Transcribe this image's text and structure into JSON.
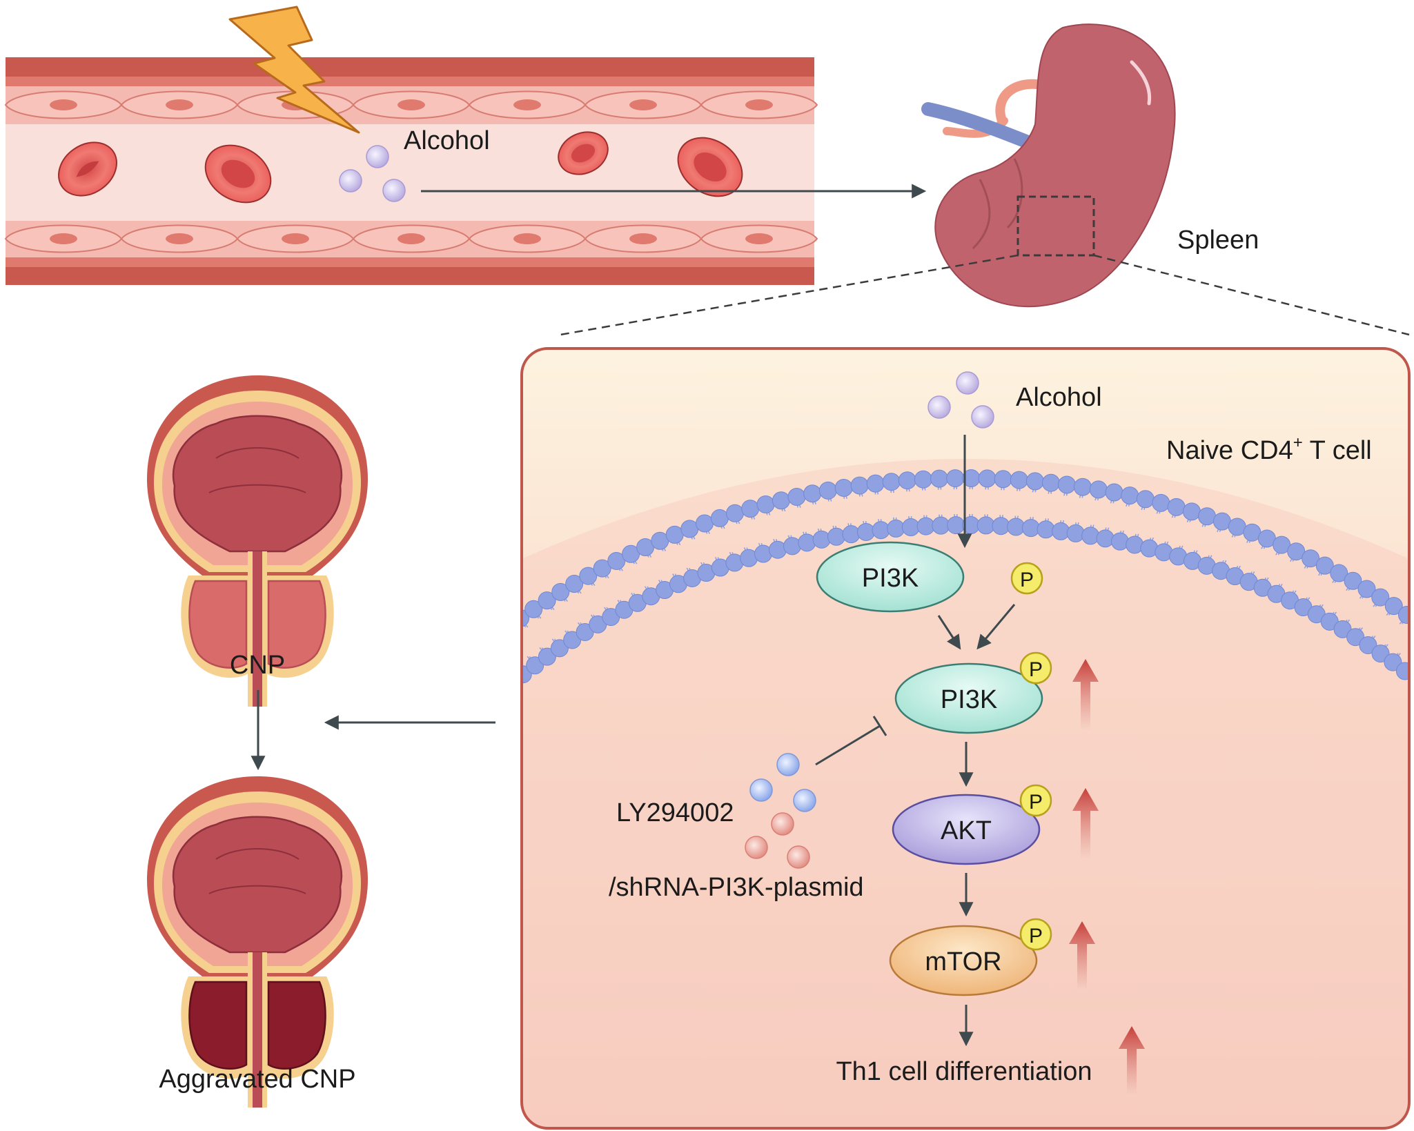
{
  "vessel": {
    "alcohol_label": "Alcohol"
  },
  "spleen": {
    "label": "Spleen"
  },
  "cell": {
    "alcohol_label": "Alcohol",
    "cell_label_main": "Naive CD4",
    "cell_label_sup": "+",
    "cell_label_tail": " T cell",
    "pi3k_label": "PI3K",
    "p_label": "P",
    "pi3k_p_label": "PI3K",
    "akt_label": "AKT",
    "mtor_label": "mTOR",
    "outcome_label": "Th1 cell differentiation",
    "inhibitor_line1": "LY294002",
    "inhibitor_line2": "/shRNA-PI3K-plasmid"
  },
  "prostate": {
    "cnp_label": "CNP",
    "aggravated_label": "Aggravated CNP"
  },
  "colors": {
    "vessel_wall": "#c9584f",
    "vessel_lumen": "#f6c9c1",
    "rbc": "#e05a58",
    "alcohol_particle": "#cfc7ee",
    "inhibitor_blue": "#a9bff0",
    "inhibitor_pink": "#eaa39a",
    "spleen": "#c0636c",
    "cell_border": "#c0574c",
    "cell_bg_top": "#fdf1dd",
    "cell_bg_bottom": "#f8cdbf",
    "membrane_head": "#8fa1e0",
    "pi3k_fill": "#b8ece0",
    "akt_fill": "#b7aee3",
    "mtor_fill": "#f3c48f",
    "phospho_fill": "#f4ec6a",
    "up_arrow": "#c8403a",
    "arrow_line": "#3e4a4d",
    "prostate_outer": "#c9584f",
    "prostate_tissue": "#bb5058",
    "prostate_gland_normal": "#d96b6a",
    "prostate_gland_aggravated": "#8a1c2b"
  }
}
